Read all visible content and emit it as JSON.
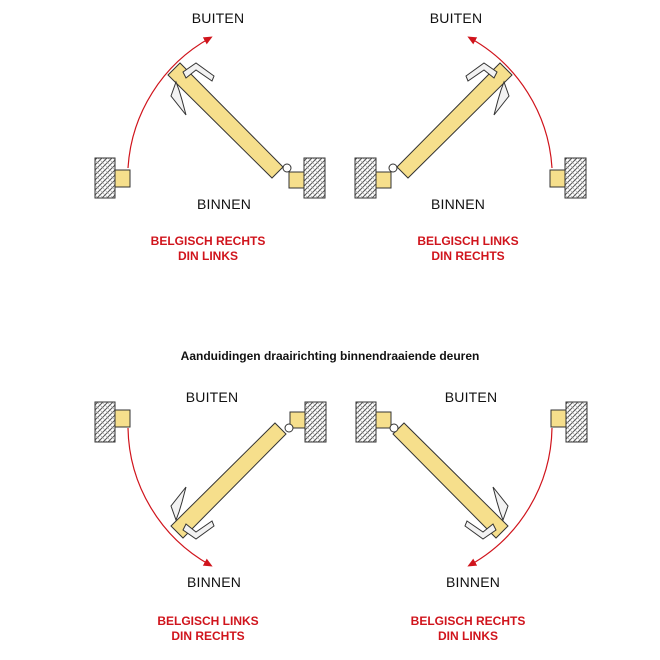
{
  "title": "Aanduidingen draairichting binnendraaiende deuren",
  "colors": {
    "door": "#f6df8c",
    "wall_hatch": "#555555",
    "arrow": "#d0141c",
    "text": "#111111",
    "caption": "#d0141c"
  },
  "panels": [
    {
      "top_label": "BUITEN",
      "bottom_label": "BINNEN",
      "caption_line1": "BELGISCH RECHTS",
      "caption_line2": "DIN LINKS"
    },
    {
      "top_label": "BUITEN",
      "bottom_label": "BINNEN",
      "caption_line1": "BELGISCH LINKS",
      "caption_line2": "DIN RECHTS"
    },
    {
      "top_label": "BUITEN",
      "bottom_label": "BINNEN",
      "caption_line1": "BELGISCH LINKS",
      "caption_line2": "DIN RECHTS"
    },
    {
      "top_label": "BUITEN",
      "bottom_label": "BINNEN",
      "caption_line1": "BELGISCH RECHTS",
      "caption_line2": "DIN LINKS"
    }
  ]
}
